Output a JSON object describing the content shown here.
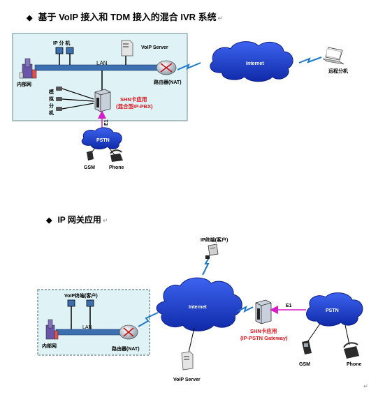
{
  "diagram1": {
    "heading": "基于 VoIP 接入和 TDM 接入的混合 IVR 系统",
    "heading_mark": "↵",
    "ip_phone": "IP 分 机",
    "voip_server": "VoIP Server",
    "lan": "LAN",
    "internal_net": "内部网",
    "router": "路由器(NAT)",
    "internet": "Internet",
    "remote_ext": "远程分机",
    "analog_ext_chars": [
      "模",
      "拟",
      "分",
      "机"
    ],
    "shn_line1": "SHN卡应用",
    "shn_line2": "(混合型IP-PBX)",
    "e1": "E1",
    "pstn": "PSTN",
    "gsm": "GSM",
    "phone": "Phone"
  },
  "diagram2": {
    "heading": "IP 网关应用",
    "heading_mark": "↵",
    "ip_terminal": "IP终端(客户)",
    "voip_terminal": "VoIP终端(客户)",
    "lan": "LAN",
    "internal_net": "内部网",
    "router": "路由器(NAT)",
    "internet": "Internet",
    "shn_line1": "SHN卡应用",
    "shn_line2": "(IP-PSTN Gateway)",
    "e1": "E1",
    "pstn": "PSTN",
    "gsm": "GSM",
    "phone": "Phone",
    "voip_server": "VoIP Server"
  },
  "footer_mark": "↵",
  "colors": {
    "panel_fill": "#dff3f6",
    "panel_border": "#6a8a8f",
    "cloud_blue": "#1f3fd6",
    "cloud_dark": "#0e1f8a",
    "bus_blue": "#3c6fb0",
    "label_red": "#e0141c",
    "e1_pink": "#d41ec8",
    "lightning_blue": "#1e78c8"
  }
}
